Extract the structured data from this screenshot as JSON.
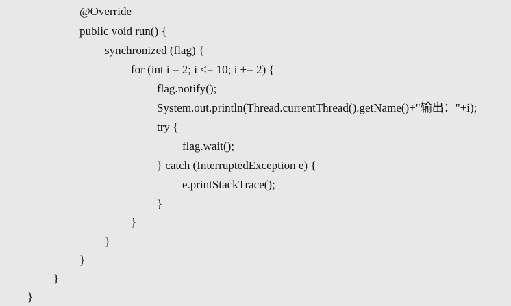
{
  "code": {
    "lines": [
      "@Override",
      "public void run() {",
      "synchronized (flag) {",
      "for (int i = 2; i <= 10; i += 2) {",
      "flag.notify();",
      "System.out.println(Thread.currentThread().getName()+\"输出：\"+i);",
      "try {",
      "flag.wait();",
      "} catch (InterruptedException e) {",
      "e.printStackTrace();",
      "}",
      "}",
      "}",
      "}",
      "}",
      "}"
    ]
  }
}
